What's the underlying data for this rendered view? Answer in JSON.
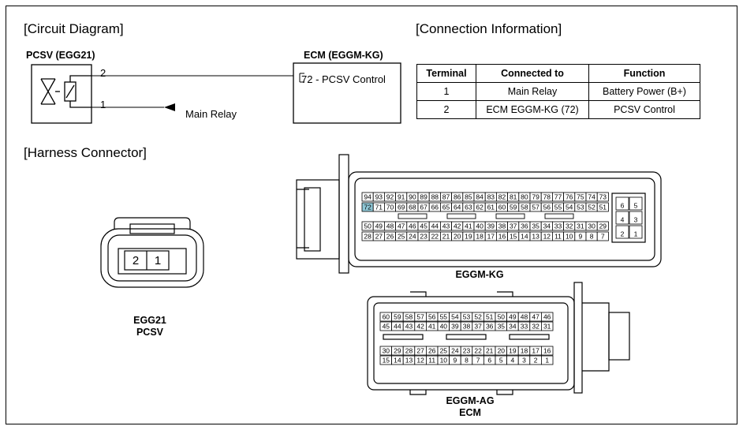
{
  "sections": {
    "circuit": "[Circuit Diagram]",
    "connection": "[Connection Information]",
    "harness": "[Harness Connector]"
  },
  "circuit": {
    "pcsv_label": "PCSV (EGG21)",
    "ecm_label": "ECM (EGGM-KG)",
    "pin2": "2",
    "pin1": "1",
    "ecm_terminal": "72 - PCSV Control",
    "main_relay": "Main Relay"
  },
  "table": {
    "headers": [
      "Terminal",
      "Connected to",
      "Function"
    ],
    "rows": [
      [
        "1",
        "Main Relay",
        "Battery Power (B+)"
      ],
      [
        "2",
        "ECM EGGM-KG (72)",
        "PCSV Control"
      ]
    ]
  },
  "harness": {
    "egg21": {
      "pins": [
        "2",
        "1"
      ],
      "label_line1": "EGG21",
      "label_line2": "PCSV"
    },
    "kg": {
      "label": "EGGM-KG",
      "row1": [
        "94",
        "93",
        "92",
        "91",
        "90",
        "89",
        "88",
        "87",
        "86",
        "85",
        "84",
        "83",
        "82",
        "81",
        "80",
        "79",
        "78",
        "77",
        "76",
        "75",
        "74",
        "73"
      ],
      "row2": [
        "72",
        "71",
        "70",
        "69",
        "68",
        "67",
        "66",
        "65",
        "64",
        "63",
        "62",
        "61",
        "60",
        "59",
        "58",
        "57",
        "56",
        "55",
        "54",
        "53",
        "52",
        "51"
      ],
      "row3": [
        "50",
        "49",
        "48",
        "47",
        "46",
        "45",
        "44",
        "43",
        "42",
        "41",
        "40",
        "39",
        "38",
        "37",
        "36",
        "35",
        "34",
        "33",
        "32",
        "31",
        "30",
        "29"
      ],
      "row4": [
        "28",
        "27",
        "26",
        "25",
        "24",
        "23",
        "22",
        "21",
        "20",
        "19",
        "18",
        "17",
        "16",
        "15",
        "14",
        "13",
        "12",
        "11",
        "10",
        "9",
        "8",
        "7"
      ],
      "side": [
        [
          "6",
          "5"
        ],
        [
          "4",
          "3"
        ],
        [
          "2",
          "1"
        ]
      ],
      "highlight": "72",
      "highlight_color": "#8fc7d6"
    },
    "ag": {
      "label_line1": "EGGM-AG",
      "label_line2": "ECM",
      "row1": [
        "60",
        "59",
        "58",
        "57",
        "56",
        "55",
        "54",
        "53",
        "52",
        "51",
        "50",
        "49",
        "48",
        "47",
        "46"
      ],
      "row2": [
        "45",
        "44",
        "43",
        "42",
        "41",
        "40",
        "39",
        "38",
        "37",
        "36",
        "35",
        "34",
        "33",
        "32",
        "31"
      ],
      "row3": [
        "30",
        "29",
        "28",
        "27",
        "26",
        "25",
        "24",
        "23",
        "22",
        "21",
        "20",
        "19",
        "18",
        "17",
        "16"
      ],
      "row4": [
        "15",
        "14",
        "13",
        "12",
        "11",
        "10",
        "9",
        "8",
        "7",
        "6",
        "5",
        "4",
        "3",
        "2",
        "1"
      ]
    }
  }
}
